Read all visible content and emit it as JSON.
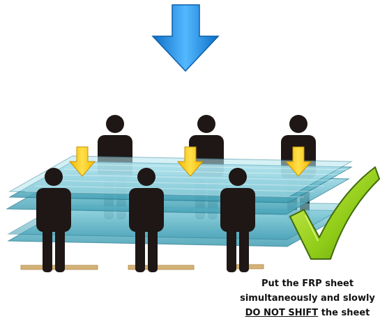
{
  "colors": {
    "top_arrow": "#1e8fe0",
    "small_arrow": "#f7c600",
    "person": "#1e1715",
    "sheet": "#67bcd0",
    "sheet_dark": "#2c7f93",
    "board": "#d4b277",
    "check": "#9bd51c",
    "check_dark": "#3f6b0d"
  },
  "icons": {
    "load_arrow": "down-arrow-icon",
    "person": "person-icon",
    "approval": "checkmark-icon"
  },
  "caption": {
    "line1": "Put the FRP sheet",
    "line2": "simultaneously and slowly",
    "line3_underlined": "DO NOT SHIFT",
    "line3_rest": " the sheet"
  }
}
